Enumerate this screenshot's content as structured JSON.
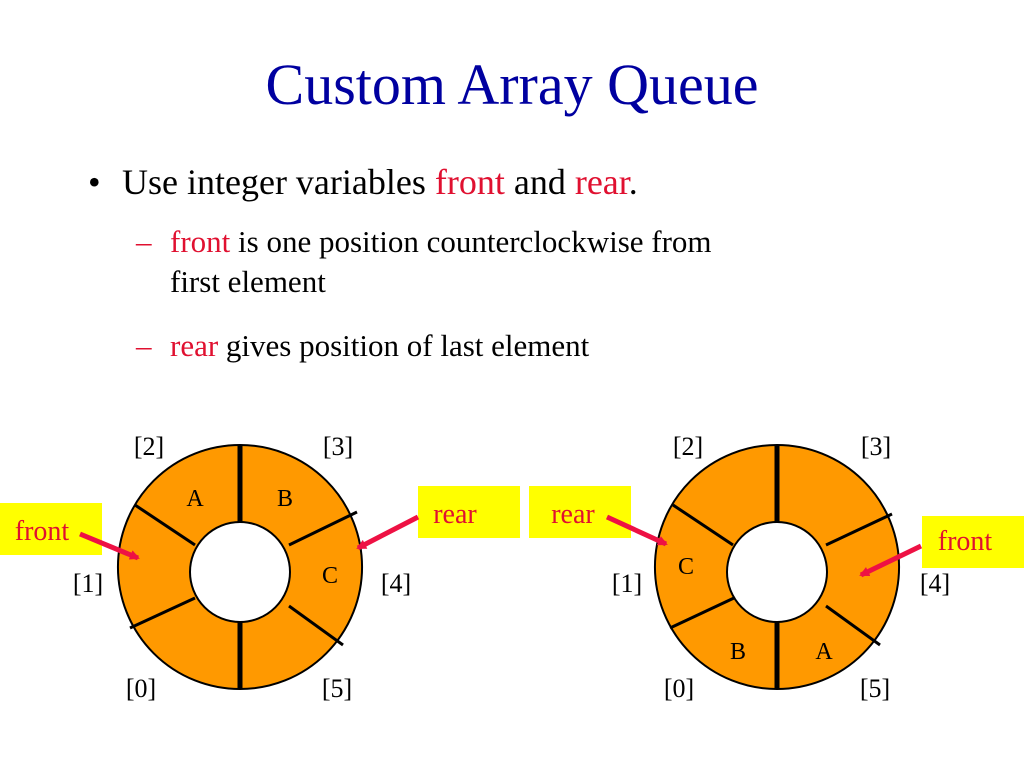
{
  "title": "Custom Array Queue",
  "bullet": {
    "prefix": "Use integer variables ",
    "var1": "front",
    "mid": " and ",
    "var2": "rear",
    "suffix": "."
  },
  "sub1": {
    "dash": "–",
    "keyword": "front",
    "text": " is one position counterclockwise from",
    "line2": "first element"
  },
  "sub2": {
    "dash": "–",
    "keyword": "rear",
    "text": " gives position of last element"
  },
  "diagram_left": {
    "index_labels": [
      "[0]",
      "[1]",
      "[2]",
      "[3]",
      "[4]",
      "[5]"
    ],
    "slot_values": [
      "",
      "",
      "A",
      "B",
      "C",
      ""
    ],
    "front_label": "front",
    "rear_label": "rear"
  },
  "diagram_right": {
    "index_labels": [
      "[0]",
      "[1]",
      "[2]",
      "[3]",
      "[4]",
      "[5]"
    ],
    "slot_values": [
      "B",
      "C",
      "",
      "",
      "",
      "A"
    ],
    "front_label": "front",
    "rear_label": "rear"
  },
  "colors": {
    "title": "#0000a0",
    "keyword": "#e01030",
    "ring_fill": "#ff9900",
    "label_box": "#ffff00",
    "arrow": "#ee1144"
  }
}
